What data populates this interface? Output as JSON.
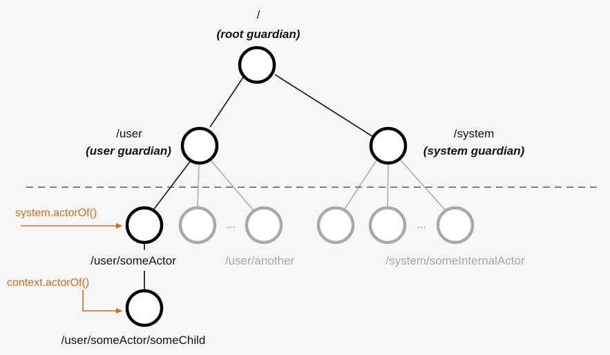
{
  "root": {
    "path": "/",
    "name": "(root guardian)"
  },
  "user": {
    "path": "/user",
    "name": "(user guardian)"
  },
  "system": {
    "path": "/system",
    "name": "(system guardian)"
  },
  "labels": {
    "some_actor": "/user/someActor",
    "another": "/user/another",
    "some_child": "/user/someActor/someChild",
    "internal": "/system/someInternalActor",
    "system_actor_of": "system.actorOf()",
    "context_actor_of": "context.actorOf()",
    "ellipsis_user": "...",
    "ellipsis_system": "..."
  },
  "colors": {
    "node_active": "#000000",
    "node_inactive": "#a9a9a9",
    "arrow": "#d2691e",
    "background": "#f7f7f7"
  }
}
